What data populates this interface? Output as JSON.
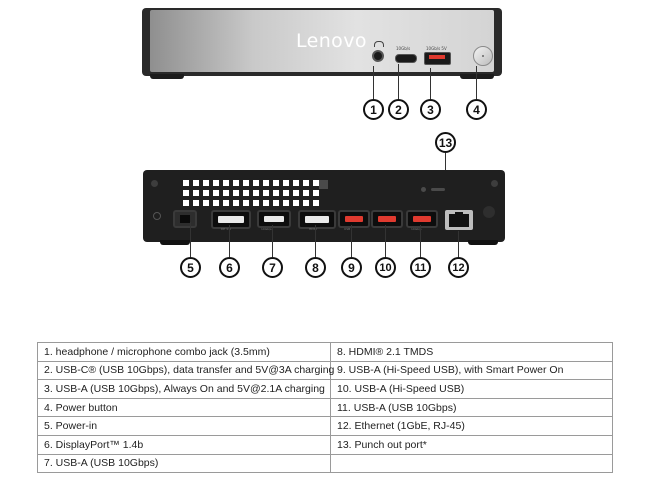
{
  "brand": {
    "logo_text": "Lenovo"
  },
  "front_port_labels": {
    "usb_c": "10Gb/s",
    "usb_a": "10Gb/s  5V"
  },
  "rear_port_labels": {
    "displayport": "DP 1.4",
    "usb_a": "10Gb/s",
    "hdmi": "HDMI",
    "usb_hs": "USB"
  },
  "callouts": [
    "1",
    "2",
    "3",
    "4",
    "5",
    "6",
    "7",
    "8",
    "9",
    "10",
    "11",
    "12",
    "13"
  ],
  "legend": {
    "left": [
      "1.   headphone / microphone combo jack (3.5mm)",
      "2.   USB-C® (USB 10Gbps), data transfer and 5V@3A charging",
      "3.   USB-A (USB 10Gbps), Always On and 5V@2.1A charging",
      "4.   Power button",
      "5.   Power-in",
      "6.   DisplayPort™ 1.4b",
      "7.   USB-A (USB 10Gbps)"
    ],
    "right": [
      "8.   HDMI® 2.1 TMDS",
      "9.   USB-A (Hi-Speed USB), with Smart Power On",
      "10. USB-A (Hi-Speed USB)",
      "11.  USB-A (USB 10Gbps)",
      "12. Ethernet (1GbE, RJ-45)",
      "13. Punch out port*",
      ""
    ]
  }
}
